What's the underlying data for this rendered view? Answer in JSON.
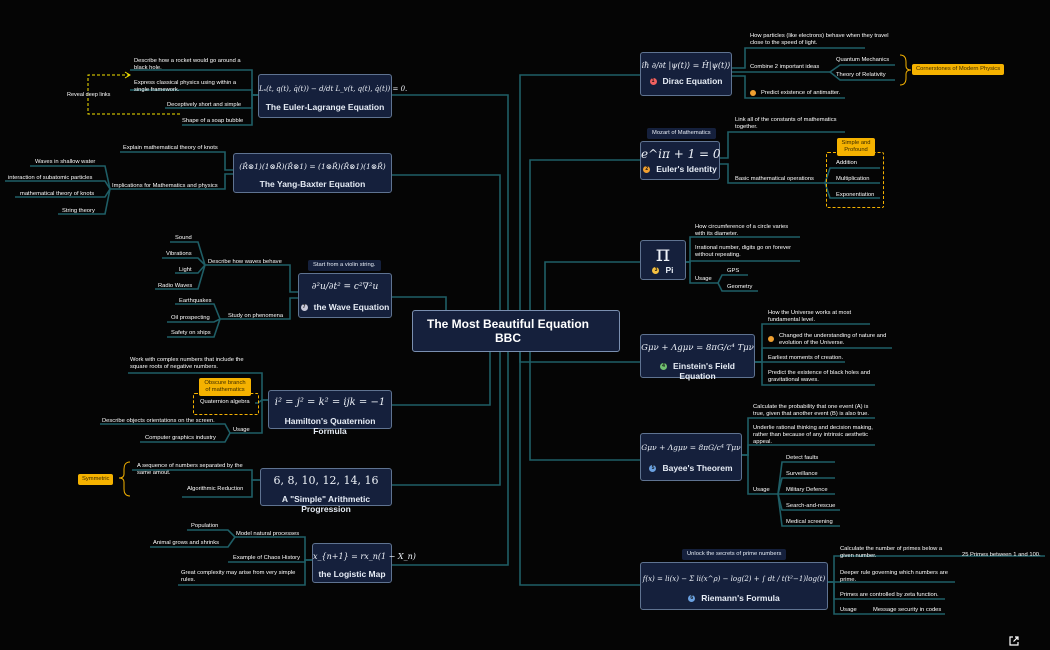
{
  "center": {
    "title_line1": "The Most Beautiful Equation",
    "title_line2": "BBC"
  },
  "right": {
    "dirac": {
      "formula": "iħ ∂/∂t |ψ(t)⟩ = Ĥ|ψ(t)⟩",
      "title": "Dirac Equation",
      "number": "1",
      "items": [
        "How particles (like electrons) behave when they travel close to the speed of light.",
        "Combine 2 important ideas",
        "Predict existence of antimatter."
      ],
      "ideas": [
        "Quantum Mechanics",
        "Theory of Relativity"
      ],
      "ideas_tag": "Cornerstones of Modern Physics"
    },
    "euler": {
      "formula": "e^iπ + 1 = 0",
      "title": "Euler's Identity",
      "number": "2",
      "callout": "Mozart of Mathematics",
      "items": [
        "Link all of the constants of mathematics together.",
        "Basic mathematical operations"
      ],
      "ops": [
        "Addition",
        "Multiplication",
        "Exponentiation"
      ],
      "ops_tag": "Simple and Profound"
    },
    "pi": {
      "formula": "π",
      "title": "Pi",
      "number": "3",
      "items": [
        "How circumference of a circle varies with its diameter.",
        "Irrational number, digits go on forever without repeating.",
        "Usage"
      ],
      "usage": [
        "GPS",
        "Geometry"
      ]
    },
    "einstein": {
      "formula": "Gμν + Λgμν = 8πG/c⁴ Tμν",
      "title": "Einstein's Field Equation",
      "number": "4",
      "items": [
        "How the Universe works at most fundamental level.",
        "Changed the understanding of nature and evolution of the Universe.",
        "Earliest moments of creation.",
        "Predict the existence of black holes and gravitational waves."
      ]
    },
    "bayes": {
      "formula": "Gμν + Λgμν = 8πG/c⁴ Tμν",
      "title": "Bayee's Theorem",
      "number": "5",
      "items": [
        "Calculate the probability that one event (A) is true, given that another event (B) is also true.",
        "Underlie rational thinking and decision making, rather than because of any intrinsic aesthetic appeal.",
        "Usage"
      ],
      "usage": [
        "Detect faults",
        "Surveillance",
        "Military Defence",
        "Search-and-rescue",
        "Medical screening"
      ]
    },
    "riemann": {
      "formula": "f(x) = li(x) − Σ li(x^ρ) − log(2) + ∫ dt / t(t²−1)log(t)",
      "title": "Riemann's Formula",
      "number": "6",
      "callout": "Unlock the secrets of prime numbers",
      "items": [
        "Calculate the number of primes below a given number.",
        "Deeper rule governing which numbers are prime.",
        "Primes are controlled by zeta function.",
        "Usage"
      ],
      "extra": "25 Primes between 1 and 100.",
      "usage": [
        "Message security in codes"
      ]
    }
  },
  "left": {
    "lagrange": {
      "formula": "Lₓ(t, q(t), q̇(t)) − d/dt L_v(t, q(t), q̇(t)) = 0.",
      "title": "The Euler-Lagrange Equation",
      "items": [
        "Describe how a rocket would go around a black hole.",
        "Express classical physics using within a single framework.",
        "Deceptively short and simple",
        "Shape of a soap bubble"
      ],
      "link_label": "Reveal deep links"
    },
    "yang": {
      "formula": "(Ř⊗1)(1⊗Ř)(Ř⊗1) = (1⊗Ř)(Ř⊗1)(1⊗Ř)",
      "title": "The Yang-Baxter Equation",
      "items": [
        "Explain mathematical theory of knots",
        "Implications for Mathematics and physics"
      ],
      "implications": [
        "Waves in shallow water",
        "interaction of subatomic particles",
        "mathematical theory of knots",
        "String theory"
      ]
    },
    "wave": {
      "formula": "∂²u/∂t² = c²∇²u",
      "title": "the Wave Equation",
      "number": "7",
      "callout": "Start from a violin string.",
      "items": [
        "Describe how waves behave",
        "Study on phenomena"
      ],
      "waves": [
        "Sound",
        "Vibrations",
        "Light",
        "Radio Waves"
      ],
      "phenomena": [
        "Earthquakes",
        "Oil prospecting",
        "Safety on ships"
      ]
    },
    "hamilton": {
      "formula": "i² = j² = k² = ijk = −1",
      "title": "Hamilton's Quaternion Formula",
      "items": [
        "Work with complex numbers that include the square roots of negative numbers.",
        "Usage"
      ],
      "quat": "Quaternion algebra",
      "quat_tag": "Obscure branch of mathematics",
      "usage": [
        "Describe objects orientations on the screen.",
        "Computer graphics industry"
      ]
    },
    "arith": {
      "formula": "6, 8, 10, 12, 14, 16",
      "title": "A \"Simple\" Arithmetic Progression",
      "items": [
        "A sequence of numbers separated by the same amout.",
        "Algorithmic Reduction"
      ],
      "tag": "Symmetric"
    },
    "logistic": {
      "formula": "x_{n+1} = rx_n(1 − X_n)",
      "title": "the Logistic Map",
      "items": [
        "Model natural processes",
        "Example of Chaos History",
        "Great complexity may arise from very simple rules."
      ],
      "model": [
        "Population",
        "Animal grows and shrinks"
      ]
    }
  },
  "colors": {
    "link": "#1f5e66",
    "tag": "#f5b200",
    "box_bg": "#15203c"
  }
}
